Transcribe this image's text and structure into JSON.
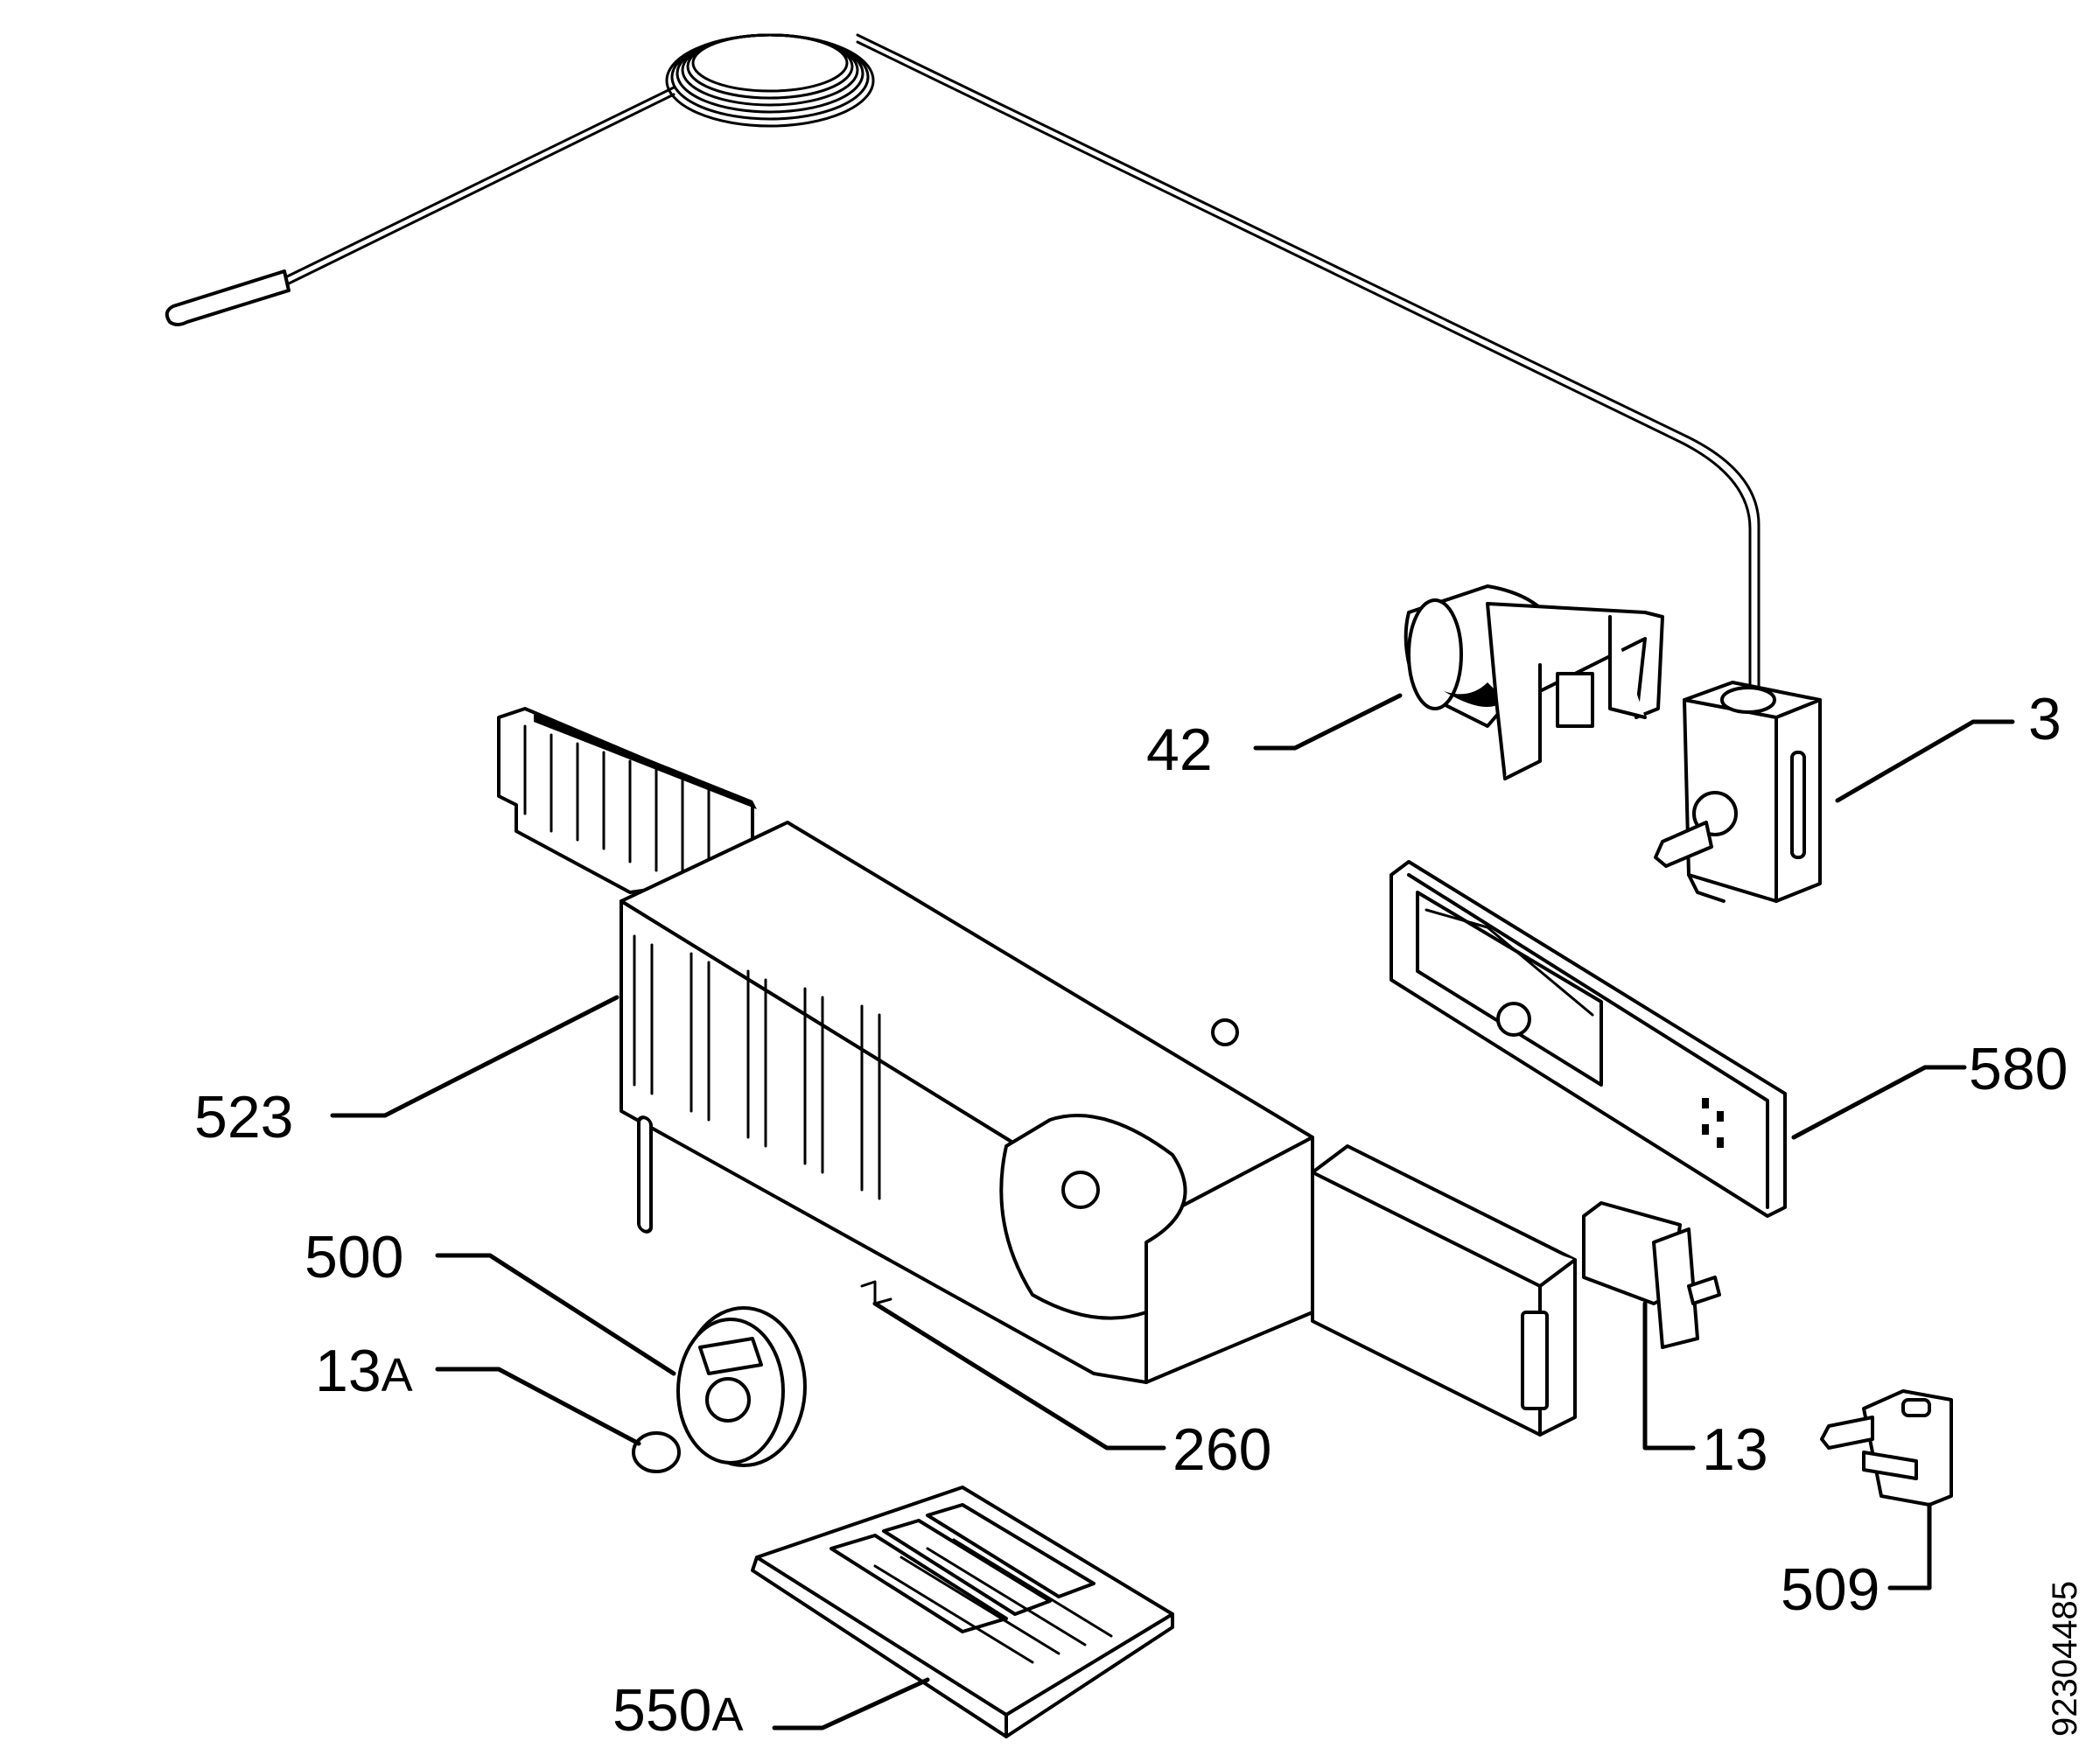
{
  "labels": {
    "l3": "3",
    "l42": "42",
    "l580": "580",
    "l523": "523",
    "l500": "500",
    "l13A_num": "13",
    "l13A_suffix": "A",
    "l260": "260",
    "l13": "13",
    "l509": "509",
    "l550A_num": "550",
    "l550A_suffix": "A"
  },
  "document_number": "92304485"
}
